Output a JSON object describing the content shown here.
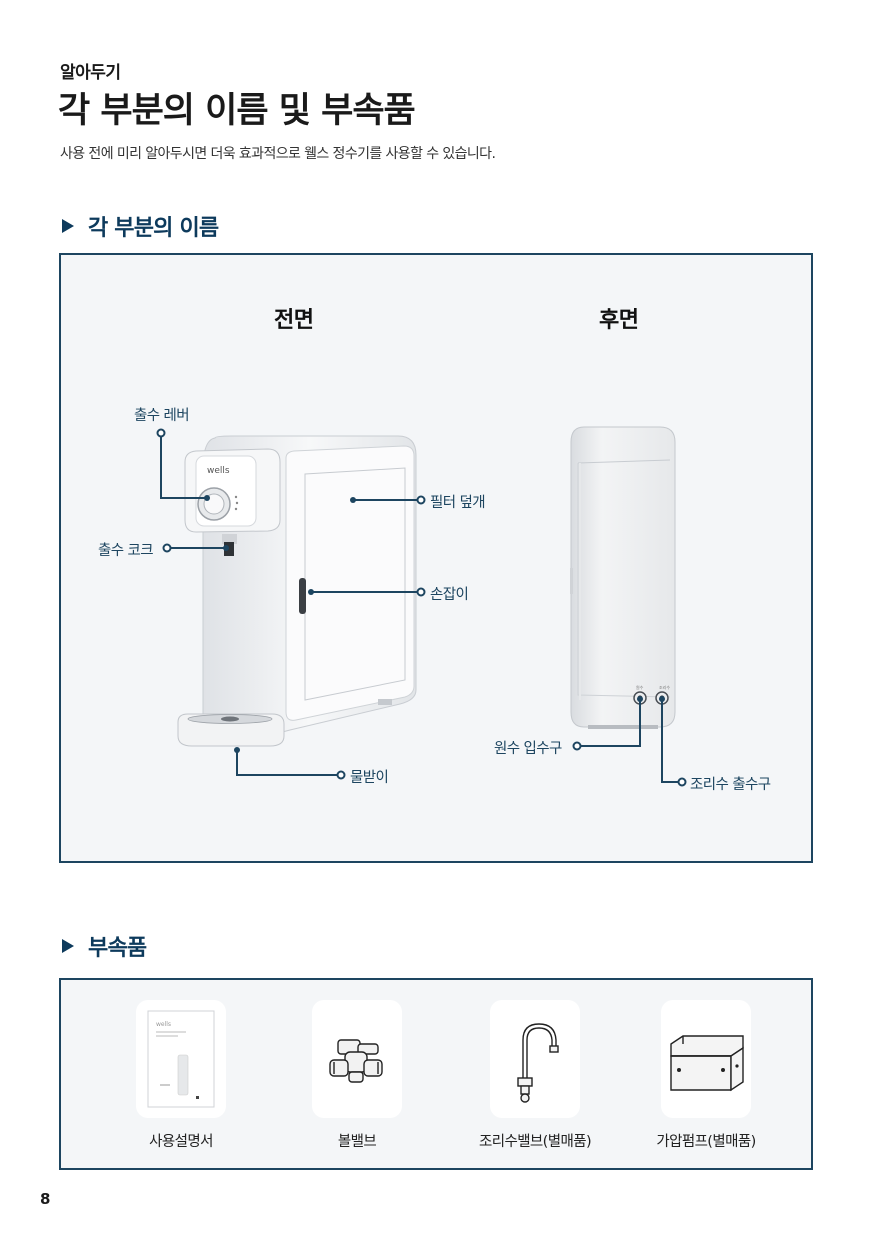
{
  "header": {
    "kicker": "알아두기",
    "title": "각 부분의 이름 및 부속품",
    "subtitle": "사용 전에 미리 알아두시면 더욱 효과적으로 웰스 정수기를 사용할 수 있습니다."
  },
  "parts_section": {
    "heading": "각 부분의 이름",
    "front": {
      "title": "전면",
      "brand_mark": "wells",
      "labels": {
        "lever": "출수 레버",
        "spout": "출수 코크",
        "filter_cover": "필터 덮개",
        "handle": "손잡이",
        "drip_tray": "물받이"
      }
    },
    "rear": {
      "title": "후면",
      "labels": {
        "inlet": "원수 입수구",
        "cooking_outlet": "조리수 출수구"
      }
    }
  },
  "accessories_section": {
    "heading": "부속품",
    "items": [
      {
        "label": "사용설명서",
        "icon": "manual-icon"
      },
      {
        "label": "볼밸브",
        "icon": "ball-valve-icon"
      },
      {
        "label": "조리수밸브(별매품)",
        "icon": "faucet-valve-icon"
      },
      {
        "label": "가압펌프(별매품)",
        "icon": "pump-box-icon"
      }
    ]
  },
  "page_number": "8",
  "colors": {
    "accent": "#1d4560",
    "heading": "#0d3a5c",
    "panel_bg": "#f4f6f8"
  }
}
